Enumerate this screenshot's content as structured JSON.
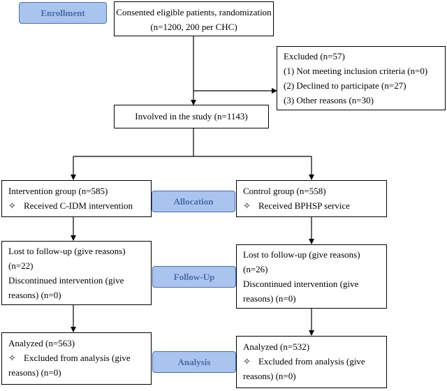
{
  "stages": {
    "enrollment": "Enrollment",
    "allocation": "Allocation",
    "follow_up": "Follow-Up",
    "analysis": "Analysis"
  },
  "bullet_symbol": "✧",
  "enrollment_box": {
    "line1": "Consented eligible patients, randomization",
    "line2": "(n=1200, 200 per CHC)"
  },
  "excluded_box": {
    "title": "Excluded (n=57)",
    "items": [
      "(1) Not meeting inclusion criteria (n=0)",
      "(2) Declined to participate (n=27)",
      "(3) Other reasons (n=30)"
    ]
  },
  "involved_box": {
    "text": "Involved in the study (n=1143)"
  },
  "intervention": {
    "allocation_title": "Intervention group (n=585)",
    "allocation_item": "Received C-IDM intervention",
    "followup_lines": [
      "Lost to follow-up (give reasons)",
      "(n=22)",
      "Discontinued intervention (give",
      "reasons) (n=0)"
    ],
    "analysis_title": "Analyzed (n=563)",
    "analysis_item_line1": "Excluded from analysis (give",
    "analysis_item_line2": "reasons) (n=0)"
  },
  "control": {
    "allocation_title": "Control group (n=558)",
    "allocation_item": "Received BPHSP service",
    "followup_lines": [
      "Lost to follow-up (give reasons)",
      "(n=26)",
      "Discontinued intervention (give",
      "reasons) (n=0)"
    ],
    "analysis_title": "Analyzed (n=532)",
    "analysis_item_line1": "Excluded from analysis (give",
    "analysis_item_line2": "reasons) (n=0)"
  }
}
